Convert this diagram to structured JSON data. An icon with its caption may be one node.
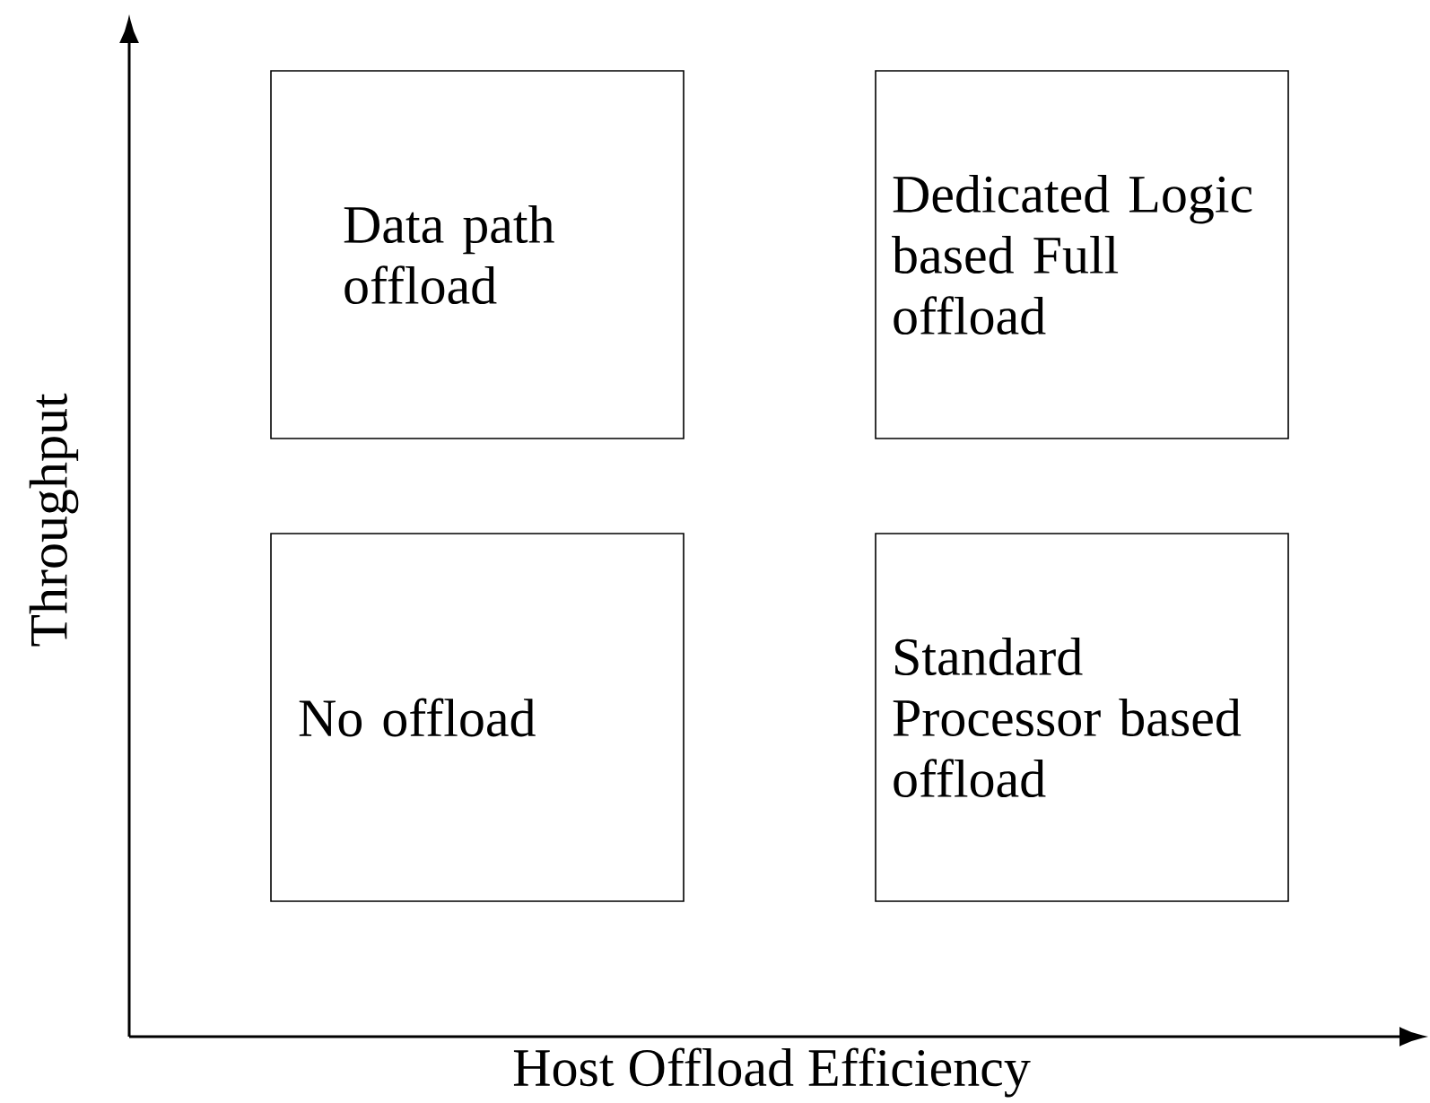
{
  "diagram": {
    "nodes": [
      {
        "text": [
          "Data path offload"
        ]
      },
      {
        "text": [
          "Dedicated Logic based Full offload"
        ]
      },
      {
        "text": [
          "No offload"
        ]
      },
      {
        "text": [
          "Standard Processor based offload"
        ]
      }
    ],
    "edges": [],
    "labels": [
      "Throughput",
      "Host Offload Efficiency"
    ]
  }
}
